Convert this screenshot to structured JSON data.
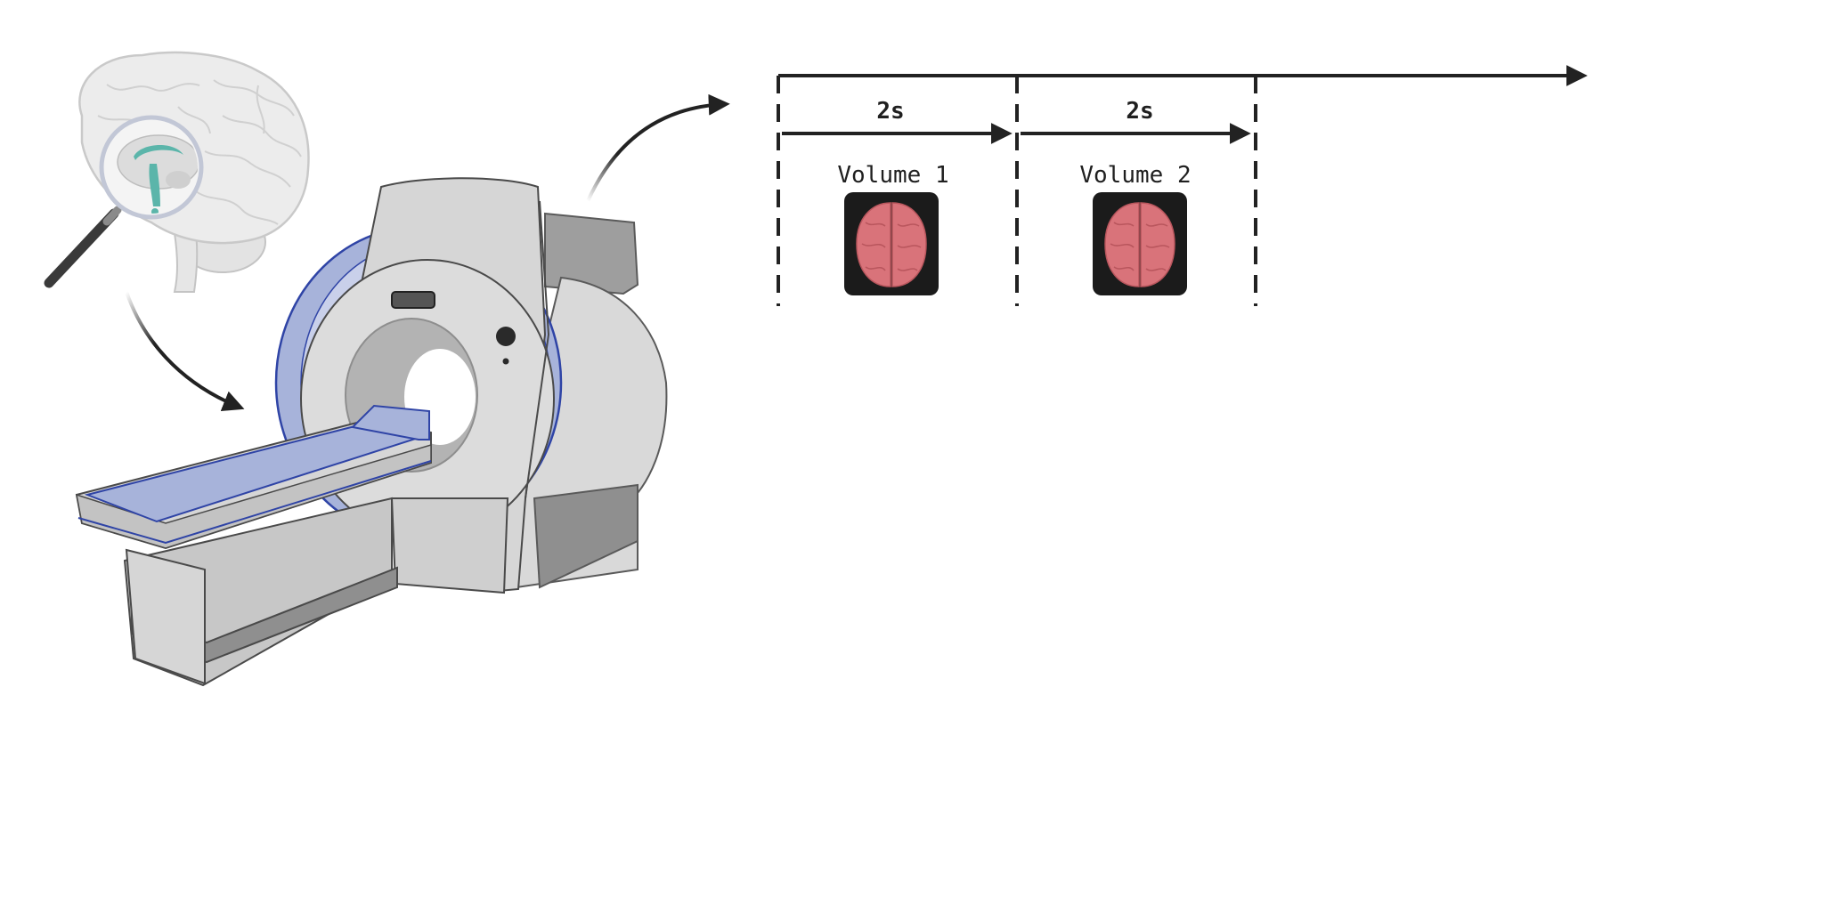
{
  "timeline": {
    "intervals": [
      {
        "duration_label": "2s",
        "volume_label": "Volume 1"
      },
      {
        "duration_label": "2s",
        "volume_label": "Volume 2"
      }
    ]
  },
  "colors": {
    "line": "#222222",
    "scanner_body": "#d6d6d6",
    "scanner_shadow": "#a9a9a9",
    "scanner_accent": "#a7b3da",
    "scanner_accent_stroke": "#2f44a6",
    "brain_outline": "#c9c9c9",
    "brain_fill": "#ececec",
    "brain_highlight": "#5bb5aa",
    "volume_brain": "#d9737a",
    "volume_bg": "#1b1b1b"
  },
  "icons": [
    "brain-icon",
    "magnifier-icon",
    "mri-scanner-icon",
    "brain-volume-icon"
  ]
}
